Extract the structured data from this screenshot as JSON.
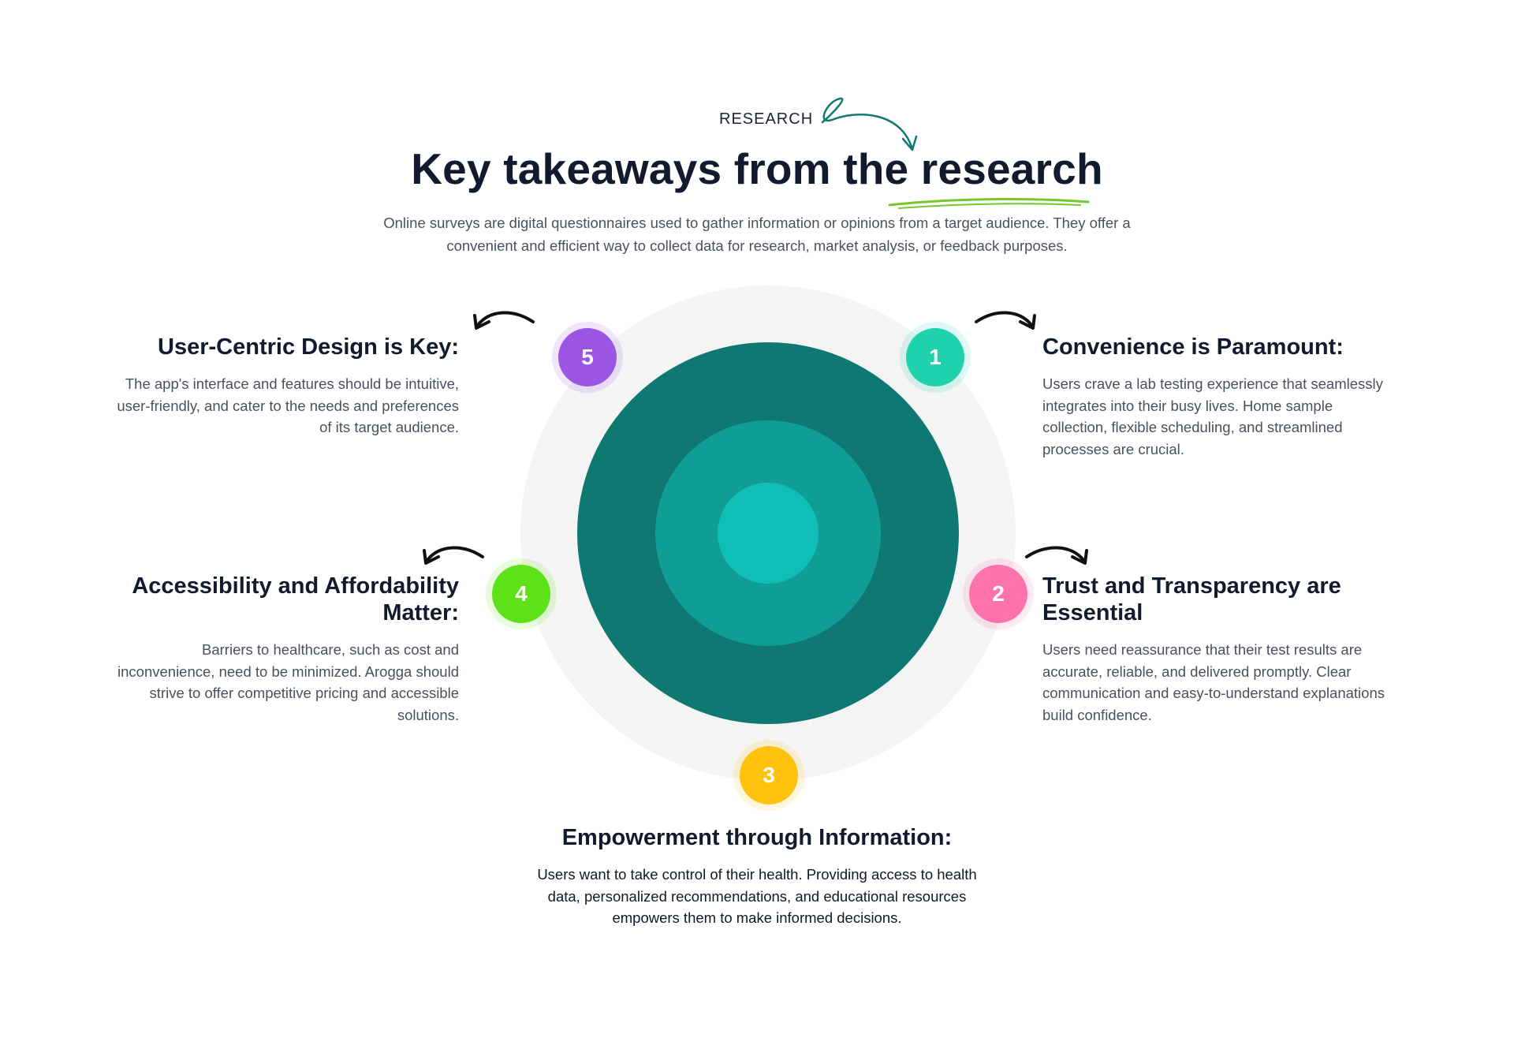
{
  "header": {
    "eyebrow": "RESEARCH",
    "title": "Key takeaways from the research",
    "intro": "Online surveys are digital questionnaires used to gather information or opinions from a target audience. They offer a convenient and efficient way to collect data for research, market analysis, or feedback purposes."
  },
  "colors": {
    "ring_outer": "#0f7872",
    "ring_middle": "#109d95",
    "ring_inner": "#0fbeb7",
    "halo": "#f4f4f4",
    "accent_underline": "#77c72a",
    "arrow_teal": "#127a70"
  },
  "takeaways": [
    {
      "number": "1",
      "badge_color": "#1fd1ad",
      "title": "Convenience is Paramount:",
      "body": "Users crave a lab testing experience that seamlessly integrates into their busy lives. Home sample collection, flexible scheduling, and streamlined processes are crucial."
    },
    {
      "number": "2",
      "badge_color": "#ff73ad",
      "title": "Trust and Transparency are Essential",
      "body": "Users need reassurance that their test results are accurate, reliable, and delivered promptly. Clear communication and easy-to-understand explanations build confidence."
    },
    {
      "number": "3",
      "badge_color": "#ffc20e",
      "title": "Empowerment through Information:",
      "body": "Users want to take control of their health. Providing access to health data, personalized recommendations, and educational resources empowers them to make informed decisions."
    },
    {
      "number": "4",
      "badge_color": "#5fe11a",
      "title": "Accessibility and Affordability Matter:",
      "body": "Barriers to healthcare, such as cost and inconvenience, need to be minimized. Arogga should strive to offer competitive pricing and accessible solutions."
    },
    {
      "number": "5",
      "badge_color": "#9b55e3",
      "title": "User-Centric Design is Key:",
      "body": "The app's interface and features should be intuitive, user-friendly, and cater to the needs and preferences of its target audience."
    }
  ]
}
